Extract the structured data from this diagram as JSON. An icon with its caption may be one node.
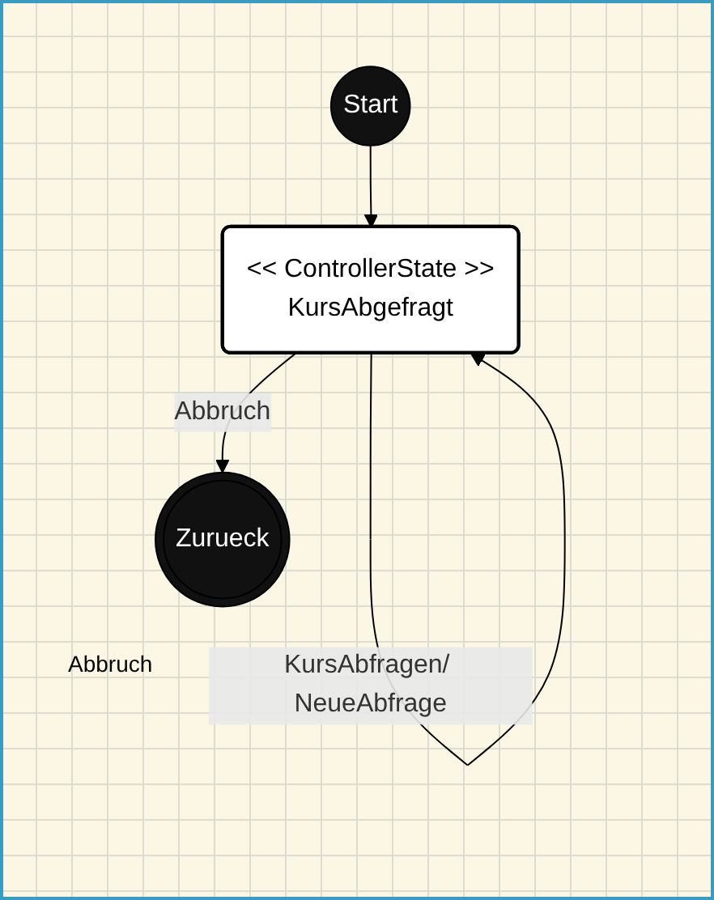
{
  "diagram": {
    "nodes": [
      {
        "text": [
          "Start"
        ]
      },
      {
        "text": [
          "<< ControllerState >>",
          "KursAbgefragt"
        ]
      },
      {
        "text": [
          "Zurueck"
        ]
      }
    ],
    "edges": [
      {
        "from": 0,
        "to": 1,
        "arrow": "to"
      },
      {
        "from": 1,
        "to": 1,
        "arrow": "to",
        "label": "KursAbfragen/ NeueAbfrage"
      },
      {
        "from": 1,
        "to": 2,
        "arrow": "to",
        "label": "Abbruch"
      }
    ],
    "labels": [
      "Abbruch"
    ]
  }
}
